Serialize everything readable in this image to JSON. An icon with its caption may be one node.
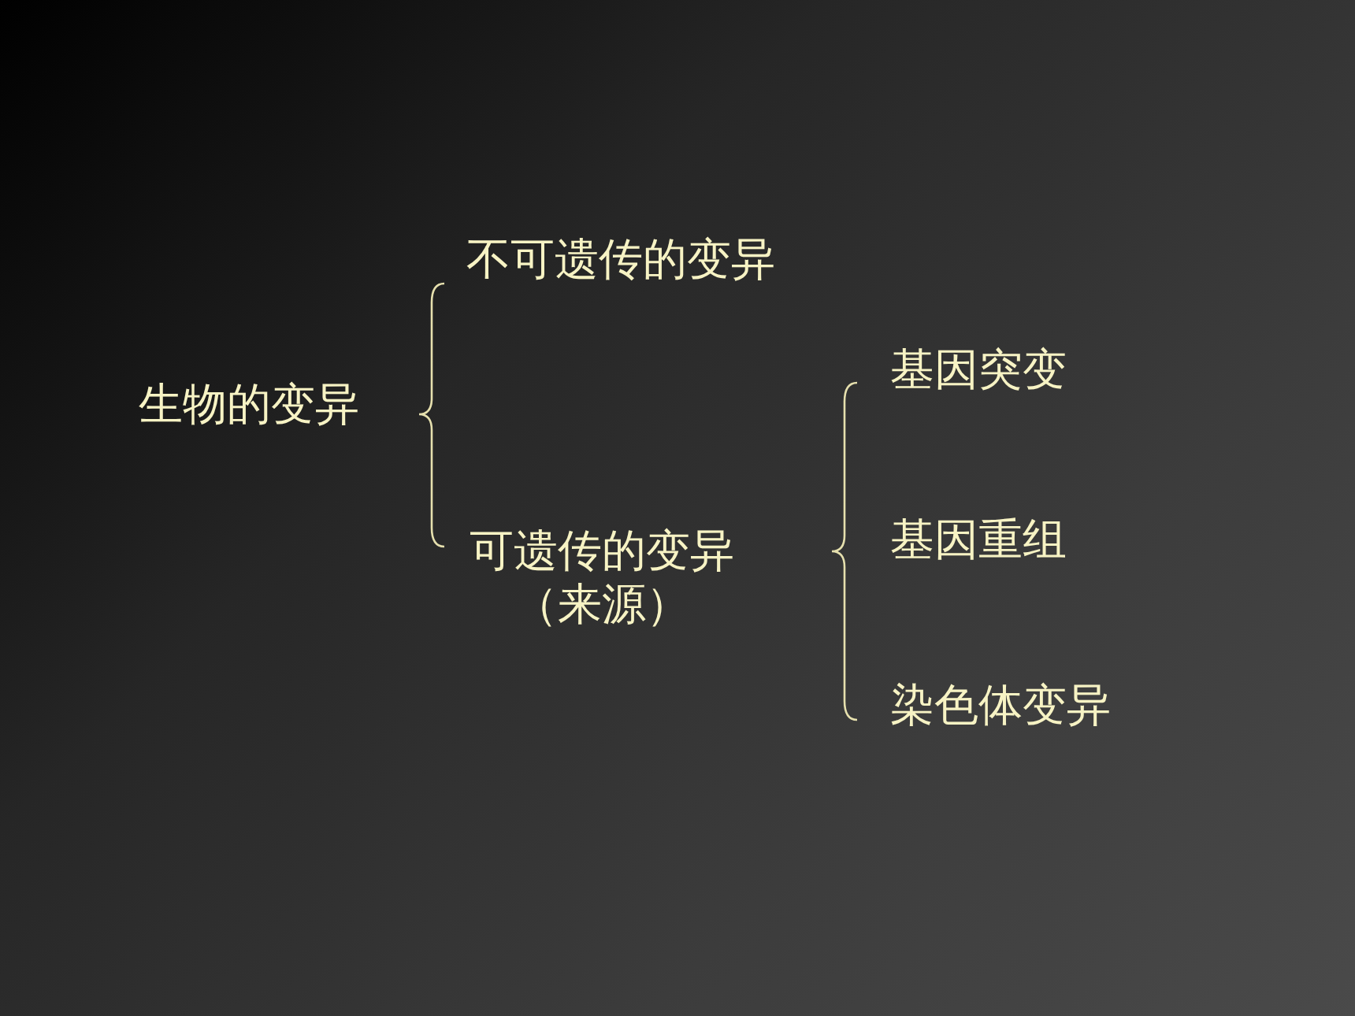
{
  "diagram": {
    "nodes": [
      {
        "text": [
          "生物的变异"
        ]
      },
      {
        "text": [
          "不可遗传的变异"
        ]
      },
      {
        "text": [
          "可遗传的变异",
          "（来源）"
        ]
      },
      {
        "text": [
          "基因突变"
        ]
      },
      {
        "text": [
          "基因重组"
        ]
      },
      {
        "text": [
          "染色体变异"
        ]
      }
    ]
  }
}
